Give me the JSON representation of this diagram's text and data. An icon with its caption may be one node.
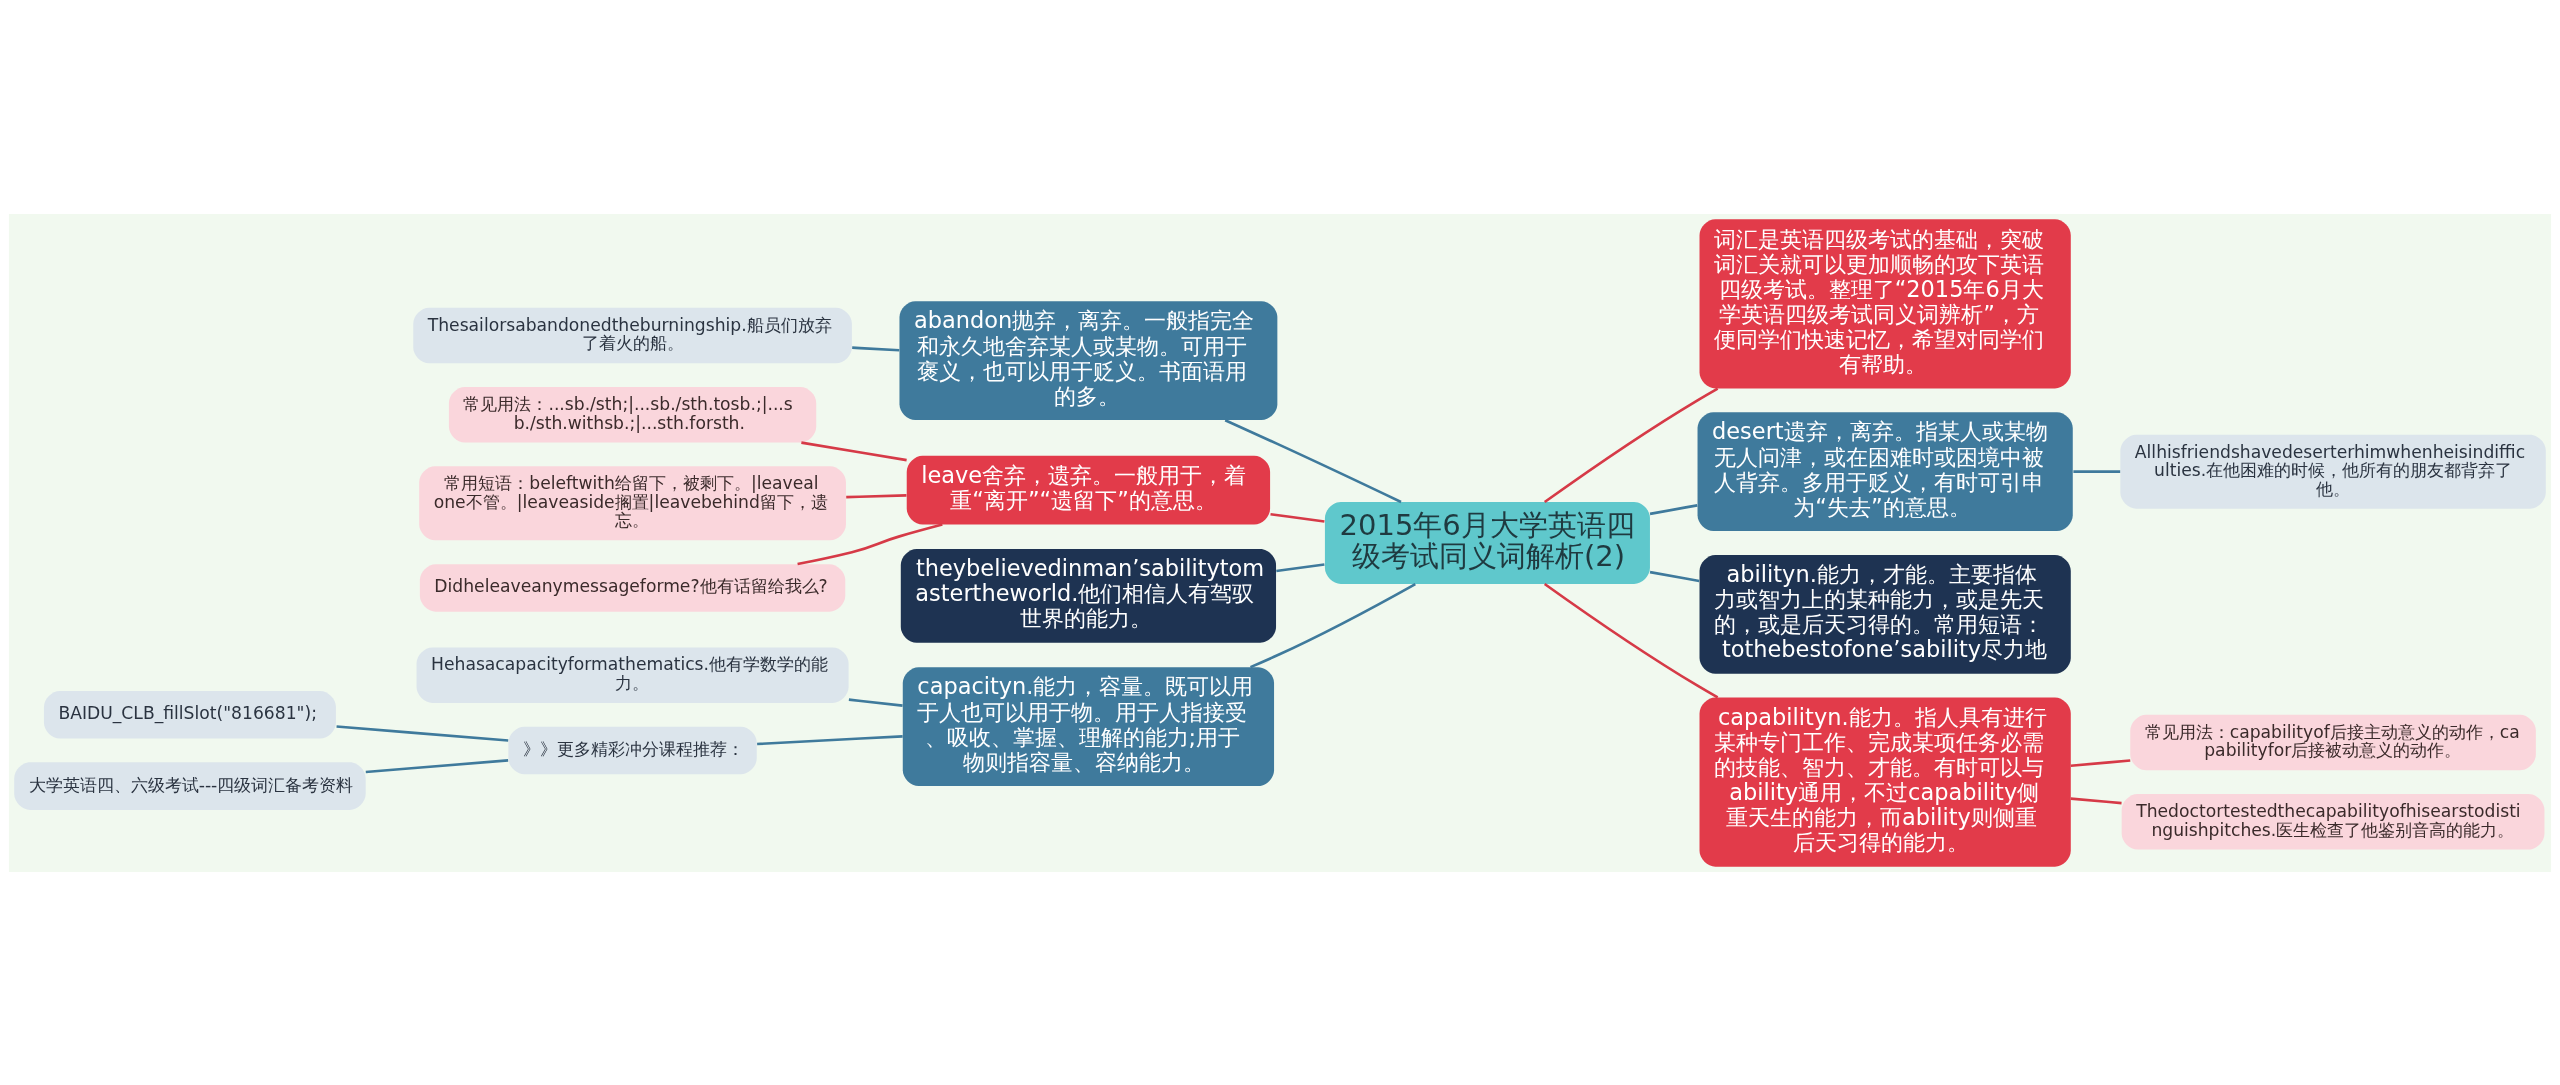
{
  "diagram": {
    "nodes": [
      {
        "text": [
          "2015年6月大学英语四级考试同义词解析(2)"
        ]
      },
      {
        "text": [
          "词汇是英语四级考试的基础，突破词汇关就可以更加顺畅的攻下英语四级考试。整理了“2015年6月大学英语四级考试同义词辨析”，方便同学们快速记忆，希望对同学们有帮助。"
        ]
      },
      {
        "text": [
          "desert遗弃，离弃。指某人或某物无人问津，或在困难时或困境中被人背弃。多用于贬义，有时可引申为“失去”的意思。"
        ]
      },
      {
        "text": [
          "Allhisfriendshavedeserterhimwhenheisindifficulties.在他困难的时候，他所有的朋友都背弃了他。"
        ]
      },
      {
        "text": [
          "abilityn.能力，才能。主要指体力或智力上的某种能力，或是先天的，或是后天习得的。常用短语：tothebestofone’sability尽力地"
        ]
      },
      {
        "text": [
          "capabilityn.能力。指人具有进行某种专门工作、完成某项任务必需的技能、智力、才能。有时可以与ability通用，不过capability侧重天生的能力，而ability则侧重后天习得的能力。"
        ]
      },
      {
        "text": [
          "常见用法：capabilityof后接主动意义的动作，capabilityfor后接被动意义的动作。"
        ]
      },
      {
        "text": [
          "Thedoctortestedthecapabilityofhisearstodistinguishpitches.医生检查了他鉴别音高的能力。"
        ]
      },
      {
        "text": [
          "abandon抛弃，离弃。一般指完全和永久地舍弃某人或某物。可用于褒义，也可以用于贬义。书面语用的多。"
        ]
      },
      {
        "text": [
          "Thesailorsabandonedtheburningship.船员们放弃了着火的船。"
        ]
      },
      {
        "text": [
          "leave舍弃，遗弃。一般用于，着重“离开”“遗留下”的意思。"
        ]
      },
      {
        "text": [
          "常见用法：...sb./sth;|...sb./sth.tosb.;|...sb./sth.withsb.;|...sth.forsth."
        ]
      },
      {
        "text": [
          "常用短语：beleftwith给留下，被剩下。|leavealone不管。|leaveaside搁置|leavebehind留下，遗忘。"
        ]
      },
      {
        "text": [
          "Didheleaveanymessageforme?他有话留给我么?"
        ]
      },
      {
        "text": [
          "theybelievedinman’sabilitytomastertheworld.他们相信人有驾驭世界的能力。"
        ]
      },
      {
        "text": [
          "capacityn.能力，容量。既可以用于人也可以用于物。用于人指接受、吸收、掌握、理解的能力;用于物则指容量、容纳能力。"
        ]
      },
      {
        "text": [
          "Hehasacapacityformathematics.他有学数学的能力。"
        ]
      },
      {
        "text": [
          "》》更多精彩冲分课程推荐："
        ]
      },
      {
        "text": [
          "BAIDU_CLB_fillSlot(\"816681\");"
        ]
      },
      {
        "text": [
          "大学英语四、六级考试---四级词汇备考资料"
        ]
      }
    ],
    "edges": [
      {
        "from": 0,
        "to": 1,
        "arrow": "none",
        "color": "#d63a47"
      },
      {
        "from": 0,
        "to": 2,
        "arrow": "none"
      },
      {
        "from": 2,
        "to": 3,
        "arrow": "none"
      },
      {
        "from": 0,
        "to": 4,
        "arrow": "none"
      },
      {
        "from": 0,
        "to": 5,
        "arrow": "none",
        "color": "#d63a47"
      },
      {
        "from": 5,
        "to": 6,
        "arrow": "none",
        "color": "#d63a47"
      },
      {
        "from": 5,
        "to": 7,
        "arrow": "none",
        "color": "#d63a47"
      },
      {
        "from": 0,
        "to": 8,
        "arrow": "none"
      },
      {
        "from": 8,
        "to": 9,
        "arrow": "none"
      },
      {
        "from": 0,
        "to": 10,
        "arrow": "none",
        "color": "#d63a47"
      },
      {
        "from": 10,
        "to": 11,
        "arrow": "none",
        "color": "#d63a47"
      },
      {
        "from": 10,
        "to": 12,
        "arrow": "none",
        "color": "#d63a47"
      },
      {
        "from": 10,
        "to": 13,
        "arrow": "none",
        "color": "#d63a47"
      },
      {
        "from": 0,
        "to": 14,
        "arrow": "none"
      },
      {
        "from": 0,
        "to": 15,
        "arrow": "none"
      },
      {
        "from": 15,
        "to": 16,
        "arrow": "none"
      },
      {
        "from": 15,
        "to": 17,
        "arrow": "none"
      },
      {
        "from": 17,
        "to": 18,
        "arrow": "none"
      },
      {
        "from": 17,
        "to": 19,
        "arrow": "none"
      }
    ]
  }
}
